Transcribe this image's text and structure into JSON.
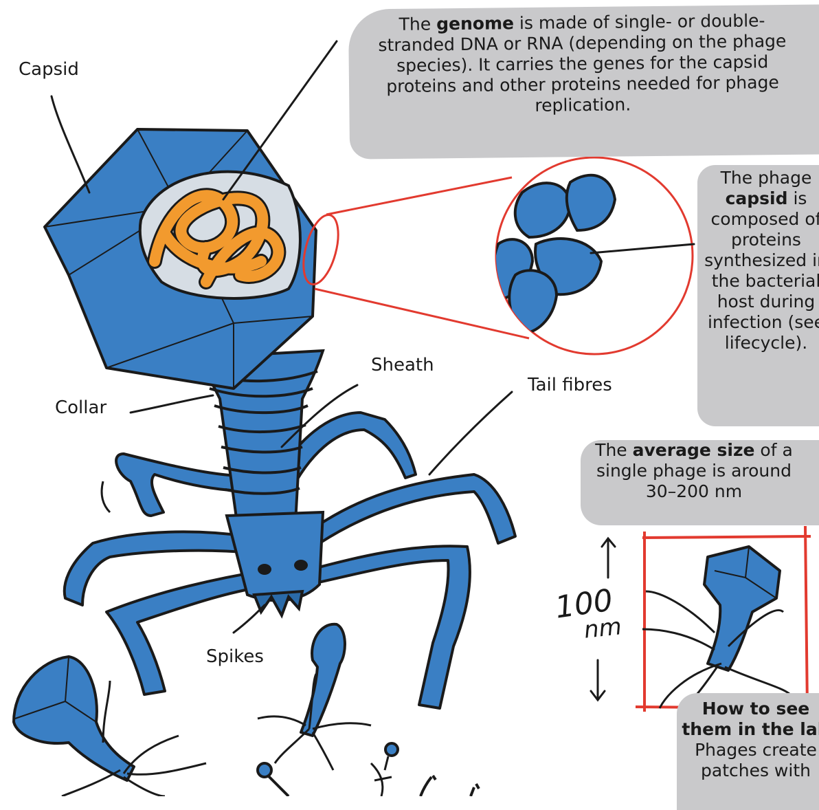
{
  "labels": {
    "capsid": "Capsid",
    "sheath": "Sheath",
    "tail_fibres": "Tail fibres",
    "collar": "Collar",
    "spikes": "Spikes",
    "scale_100": "100",
    "scale_nm": "nm"
  },
  "genome_note": {
    "pre": "The ",
    "bold": "genome",
    "post": " is made of single- or double-stranded DNA or RNA (depending on the phage species). It carries the genes for the capsid proteins and other proteins needed for phage replication."
  },
  "capsid_note": {
    "pre": "The phage",
    "bold": "capsid",
    "post": "is composed of proteins synthesized in the bacterial host during infection (see lifecycle)."
  },
  "size_note": {
    "pre": "The ",
    "bold": "average size",
    "post": " of a single phage is around 30–200 nm"
  },
  "lab_note": {
    "bold": "How to see them in the lab",
    "post": "Phages create patches with"
  },
  "colors": {
    "phage_blue": "#3a7fc4",
    "genome_orange": "#f29a2e",
    "highlight_red": "#e23a2f",
    "bubble_grey": "#c9c9cb",
    "ink": "#1a1a1a"
  }
}
